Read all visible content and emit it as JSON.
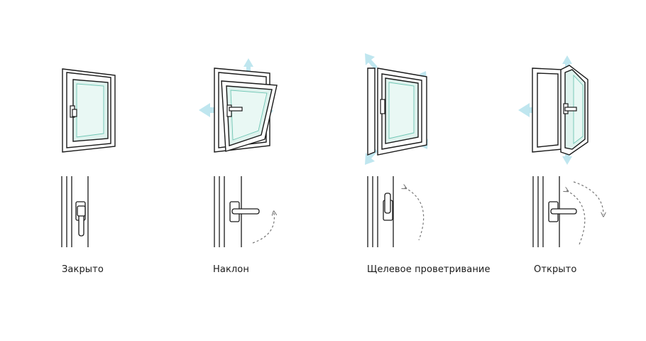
{
  "states": [
    {
      "id": "closed",
      "label": "Закрыто"
    },
    {
      "id": "tilt",
      "label": "Наклон"
    },
    {
      "id": "slot-vent",
      "label": "Щелевое проветривание"
    },
    {
      "id": "open",
      "label": "Открыто"
    }
  ],
  "colors": {
    "line": "#1a1a1a",
    "glass": "#dff3ee",
    "glass_stroke": "#6fc6b4",
    "arrow": "#bfe6ef",
    "dashed": "#777777"
  }
}
